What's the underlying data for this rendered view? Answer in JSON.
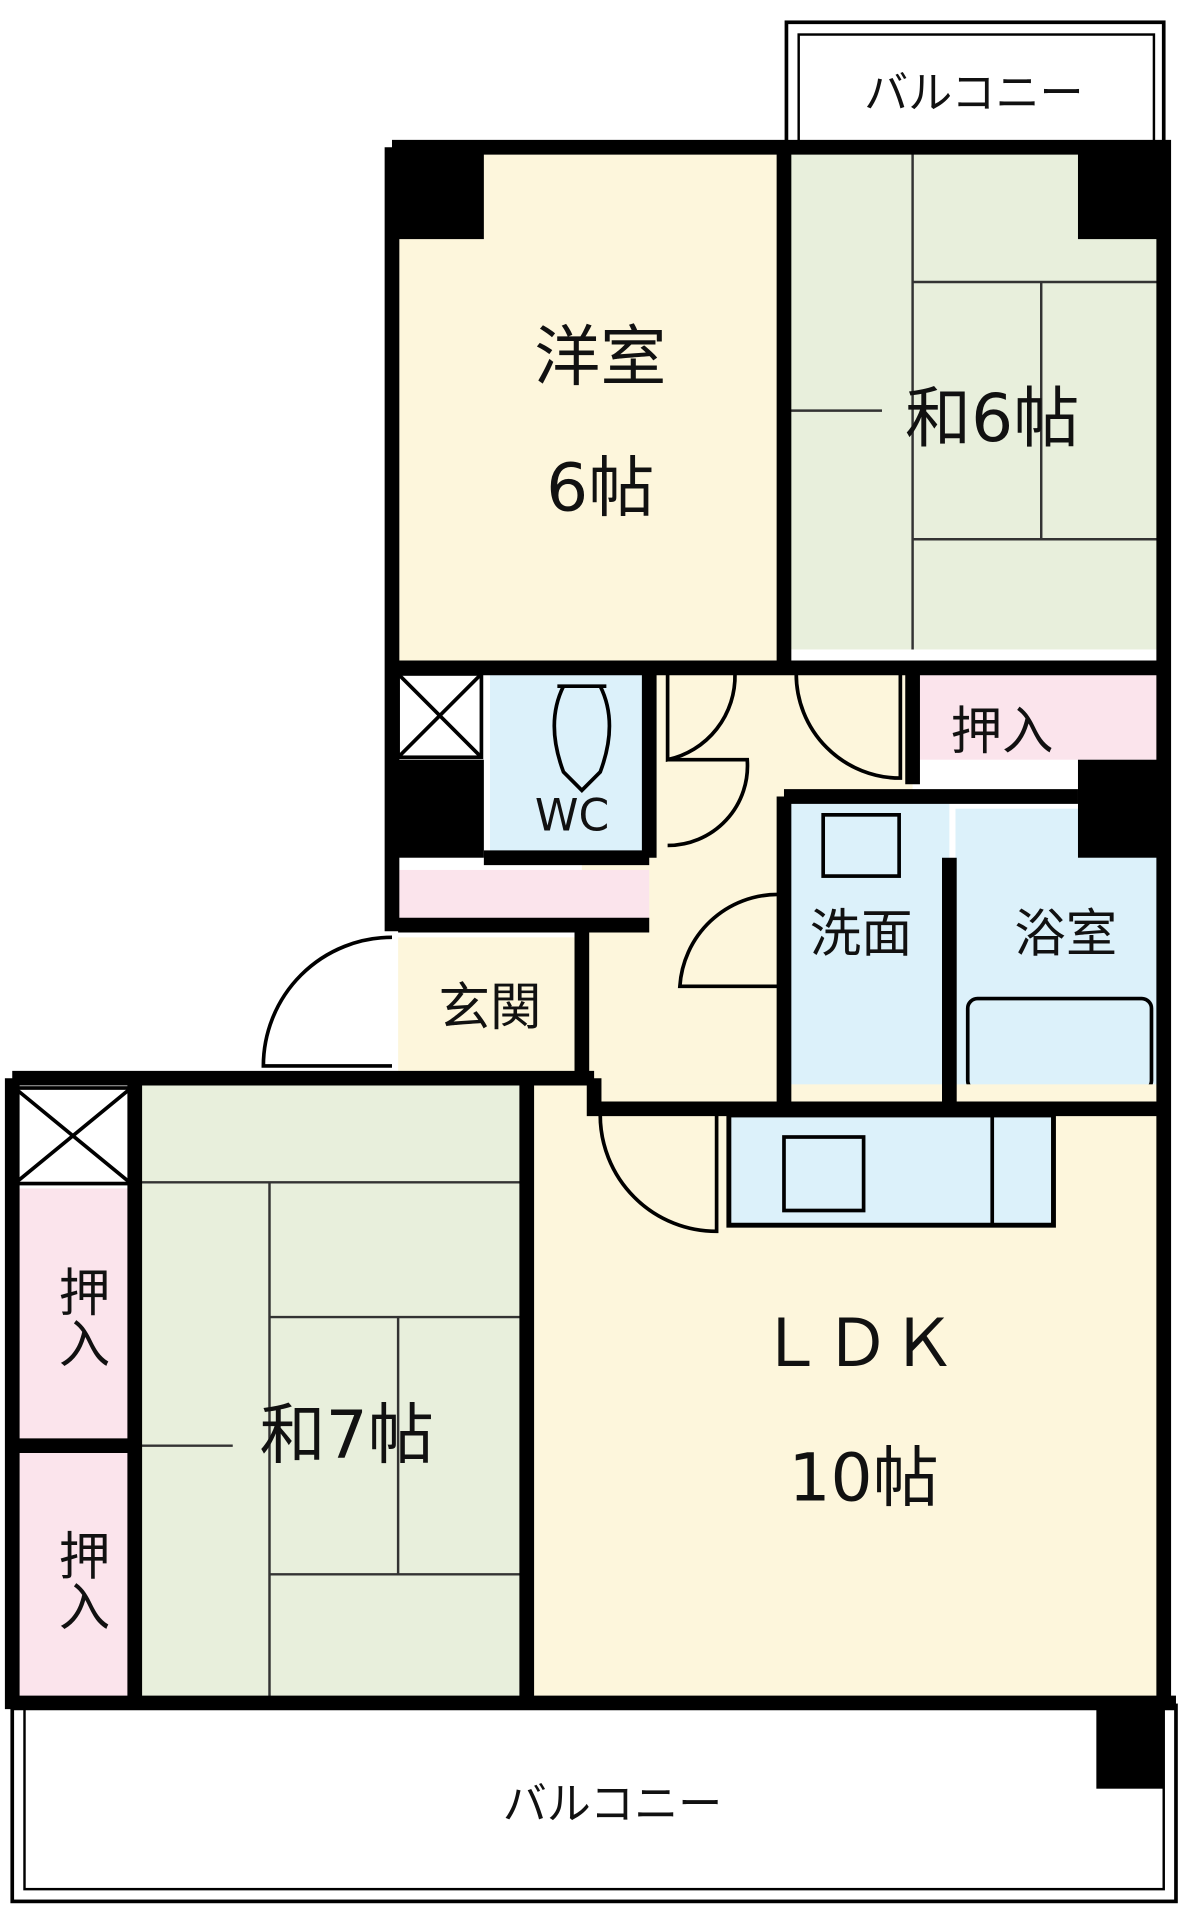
{
  "title": "間取り図",
  "colors": {
    "cream": "#fdf6dc",
    "green": "#e8efdc",
    "blue": "#dcf1fa",
    "pink": "#fbe4ec",
    "wall": "#000000"
  },
  "rooms": {
    "western": {
      "name": "洋室",
      "size": "6帖"
    },
    "japanese6": {
      "label": "和6帖"
    },
    "japanese7": {
      "label": "和7帖"
    },
    "ldk": {
      "name": "ＬＤＫ",
      "size": "10帖"
    },
    "wc": {
      "label": "WC"
    },
    "washroom": {
      "label": "洗面"
    },
    "bathroom": {
      "label": "浴室"
    },
    "entrance": {
      "label": "玄関"
    },
    "closet_top": {
      "label": "押入"
    },
    "closet_left1": {
      "label": "押入"
    },
    "closet_left2": {
      "label": "押入"
    }
  },
  "balcony_top": {
    "label": "バルコニー"
  },
  "balcony_bottom": {
    "label": "バルコニー"
  }
}
